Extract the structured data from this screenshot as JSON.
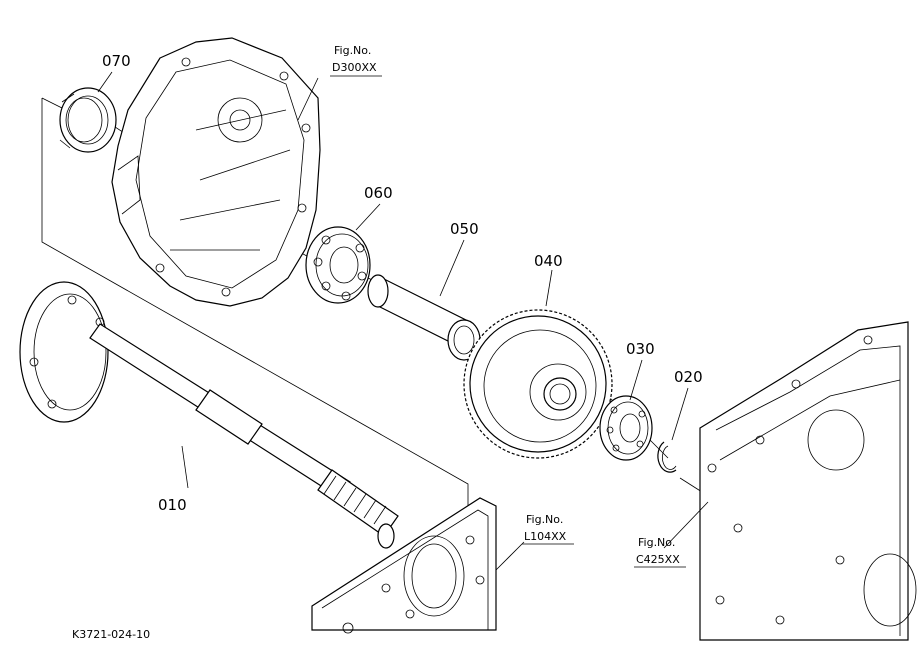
{
  "part_labels": {
    "p070": "070",
    "p060": "060",
    "p050": "050",
    "p040": "040",
    "p030": "030",
    "p020": "020",
    "p010": "010"
  },
  "figure_refs": {
    "upper": {
      "title": "Fig.No.",
      "code": "D300XX"
    },
    "middle": {
      "title": "Fig.No.",
      "code": "L104XX"
    },
    "lower": {
      "title": "Fig.No.",
      "code": "C425XX"
    }
  },
  "drawing_code": "K3721-024-10"
}
